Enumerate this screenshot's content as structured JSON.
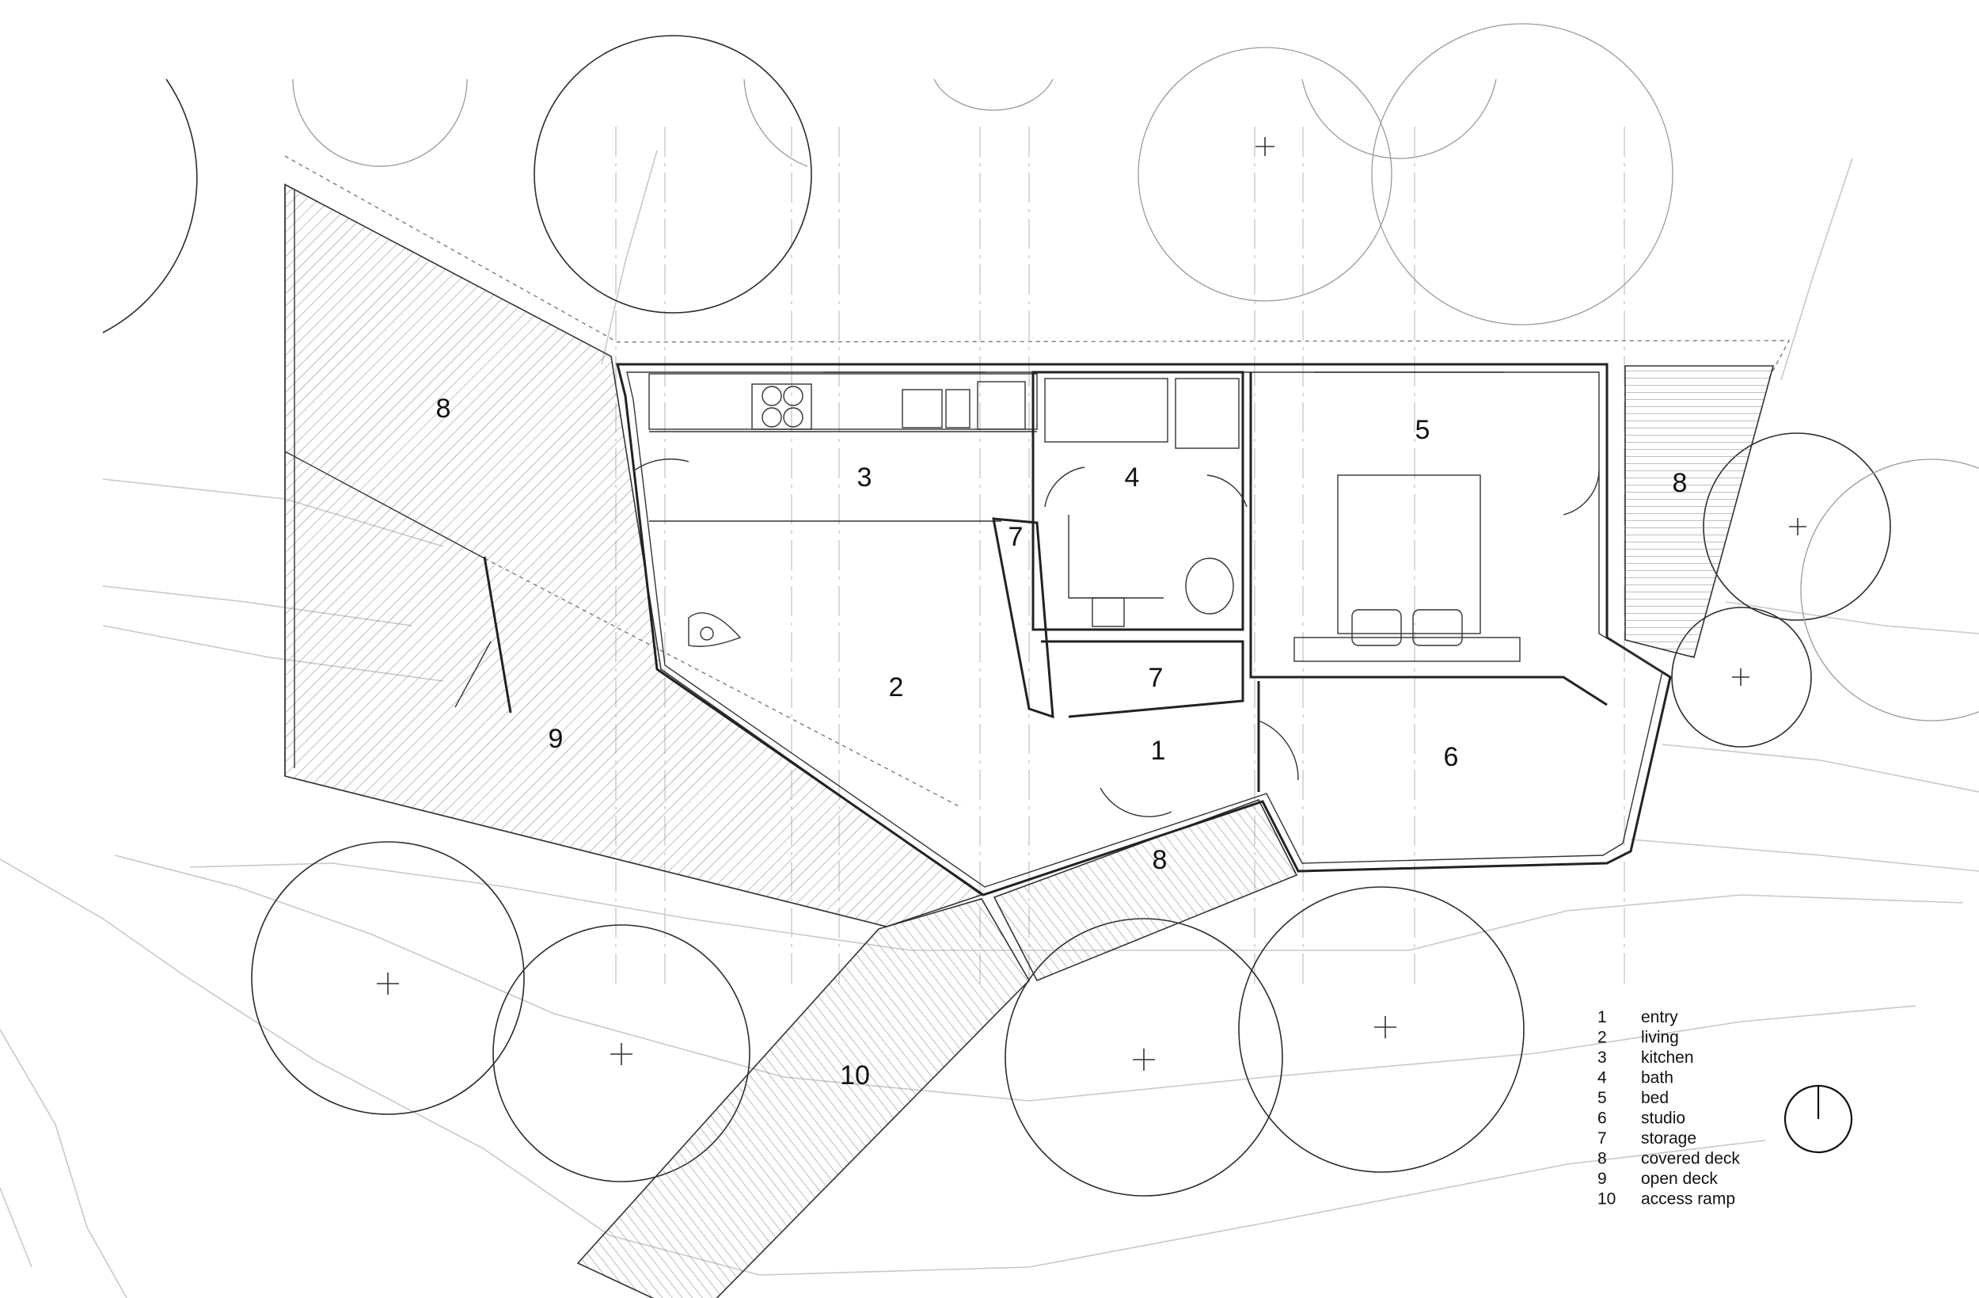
{
  "rooms": [
    {
      "n": "1",
      "name": "entry"
    },
    {
      "n": "2",
      "name": "living"
    },
    {
      "n": "3",
      "name": "kitchen"
    },
    {
      "n": "4",
      "name": "bath"
    },
    {
      "n": "5",
      "name": "bed"
    },
    {
      "n": "6",
      "name": "studio"
    },
    {
      "n": "7",
      "name": "storage"
    },
    {
      "n": "8",
      "name": "covered deck"
    },
    {
      "n": "9",
      "name": "open deck"
    },
    {
      "n": "10",
      "name": "access ramp"
    }
  ],
  "plan_labels": [
    "8",
    "3",
    "4",
    "5",
    "8",
    "7",
    "2",
    "7",
    "1",
    "6",
    "9",
    "8",
    "10"
  ],
  "colors": {
    "line": "#222222",
    "contour": "#c8c8c8",
    "grid": "#c9c9c9",
    "hatch": "#8a8a8a"
  },
  "icons": {
    "north": "north-arrow-icon",
    "tree": "tree-canopy-icon"
  }
}
